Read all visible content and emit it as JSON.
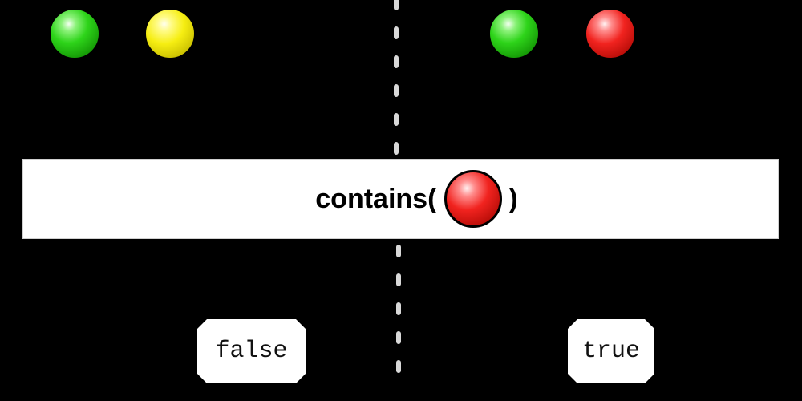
{
  "diagram": {
    "operator": {
      "name": "contains(",
      "close": ")",
      "argument_marble_color": "#e8201b"
    },
    "input_left": [
      "#2ed41a",
      "#f6ee12"
    ],
    "input_right": [
      "#2ed41a",
      "#e8201b"
    ],
    "result_left": "false",
    "result_right": "true"
  }
}
